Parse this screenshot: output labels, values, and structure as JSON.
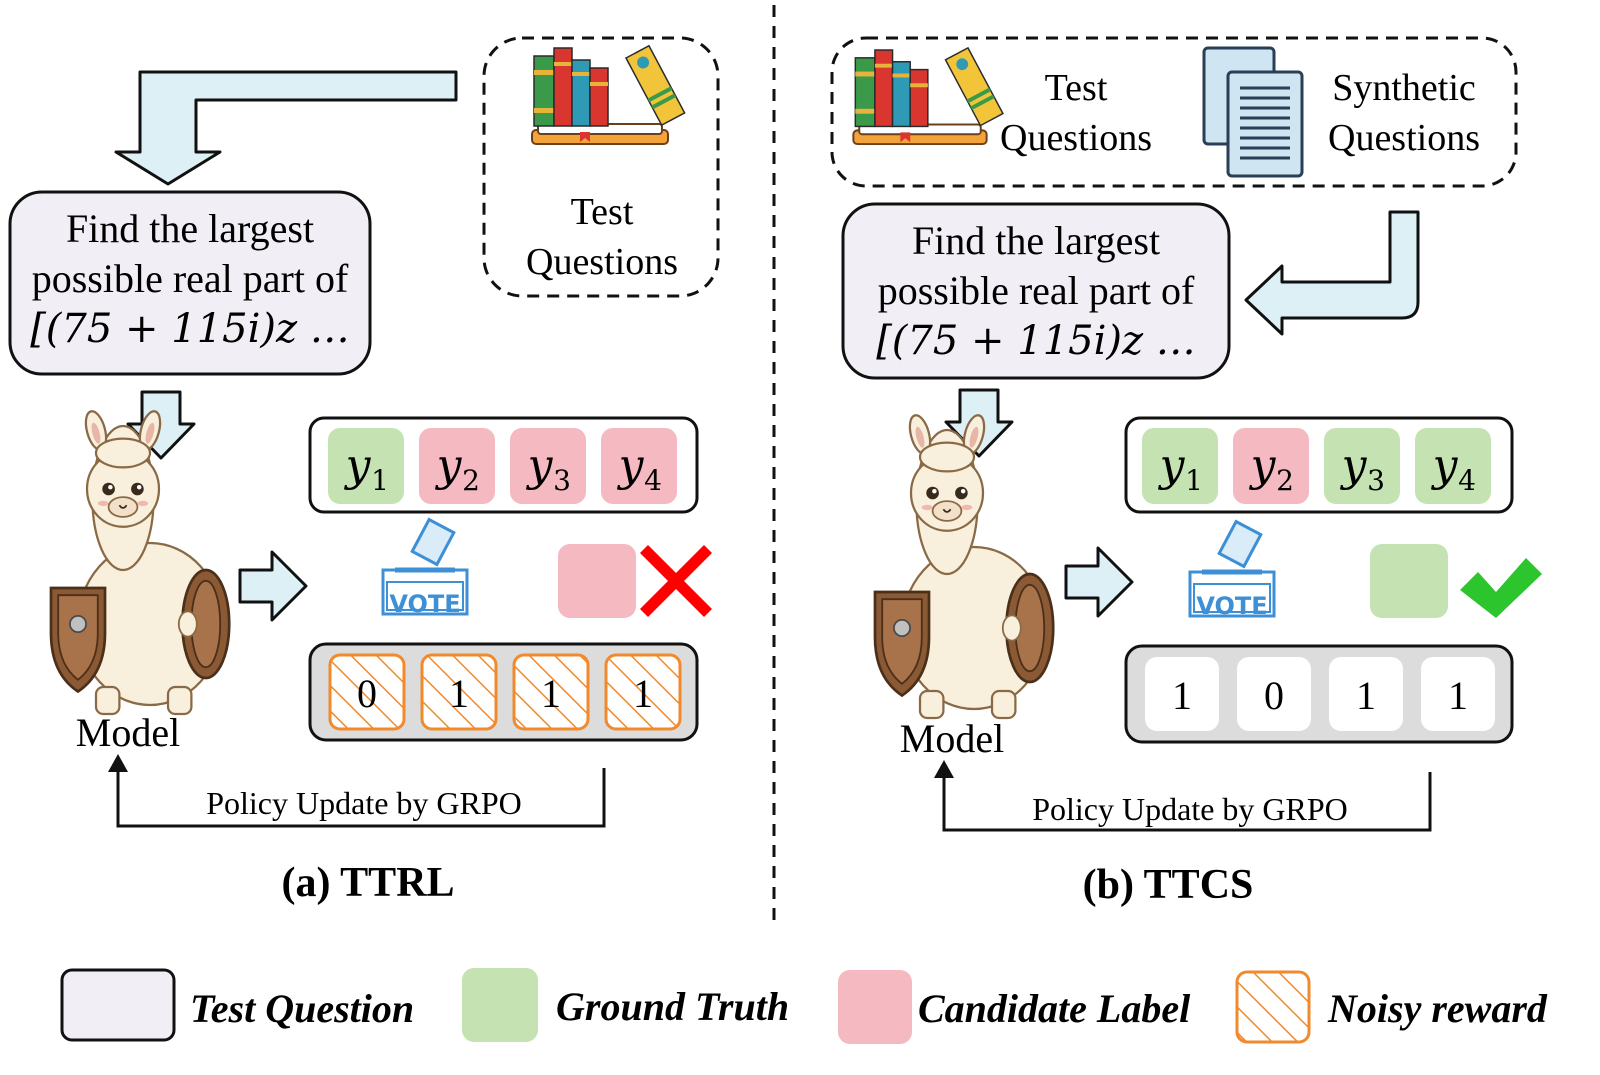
{
  "panel_a": {
    "source_label_line1": "Test",
    "source_label_line2": "Questions",
    "question_line1": "Find the largest",
    "question_line2": "possible real part of",
    "question_line3": "[(75 + 115i)z …",
    "answers": [
      "y",
      "y",
      "y",
      "y"
    ],
    "answer_subscripts": [
      "1",
      "2",
      "3",
      "4"
    ],
    "answer_states": [
      "ground-truth",
      "candidate",
      "candidate",
      "candidate"
    ],
    "vote_label": "VOTE",
    "rewards": [
      "0",
      "1",
      "1",
      "1"
    ],
    "model_label": "Model",
    "policy_label": "Policy Update by GRPO",
    "caption": "(a) TTRL"
  },
  "panel_b": {
    "test_label_line1": "Test",
    "test_label_line2": "Questions",
    "synthetic_label_line1": "Synthetic",
    "synthetic_label_line2": "Questions",
    "question_line1": "Find the largest",
    "question_line2": "possible real part of",
    "question_line3": "[(75 + 115i)z …",
    "answers": [
      "y",
      "y",
      "y",
      "y"
    ],
    "answer_subscripts": [
      "1",
      "2",
      "3",
      "4"
    ],
    "answer_states": [
      "ground-truth",
      "candidate",
      "ground-truth",
      "ground-truth"
    ],
    "vote_label": "VOTE",
    "rewards": [
      "1",
      "0",
      "1",
      "1"
    ],
    "model_label": "Model",
    "policy_label": "Policy Update by GRPO",
    "caption": "(b) TTCS"
  },
  "legend": {
    "items": [
      {
        "label": "Test Question"
      },
      {
        "label": "Ground Truth"
      },
      {
        "label": "Candidate Label"
      },
      {
        "label": "Noisy reward"
      }
    ]
  },
  "colors": {
    "question_fill": "#f1eff5",
    "ground_truth": "#c5e3b2",
    "candidate": "#f4b9c1",
    "noisy_stroke": "#f08a2c",
    "arrow_fill": "#dcf0f6",
    "reward_bar": "#dcdcdc",
    "cross": "#ff0000",
    "check": "#2dc52d",
    "vote_blue": "#3d8fd6"
  }
}
